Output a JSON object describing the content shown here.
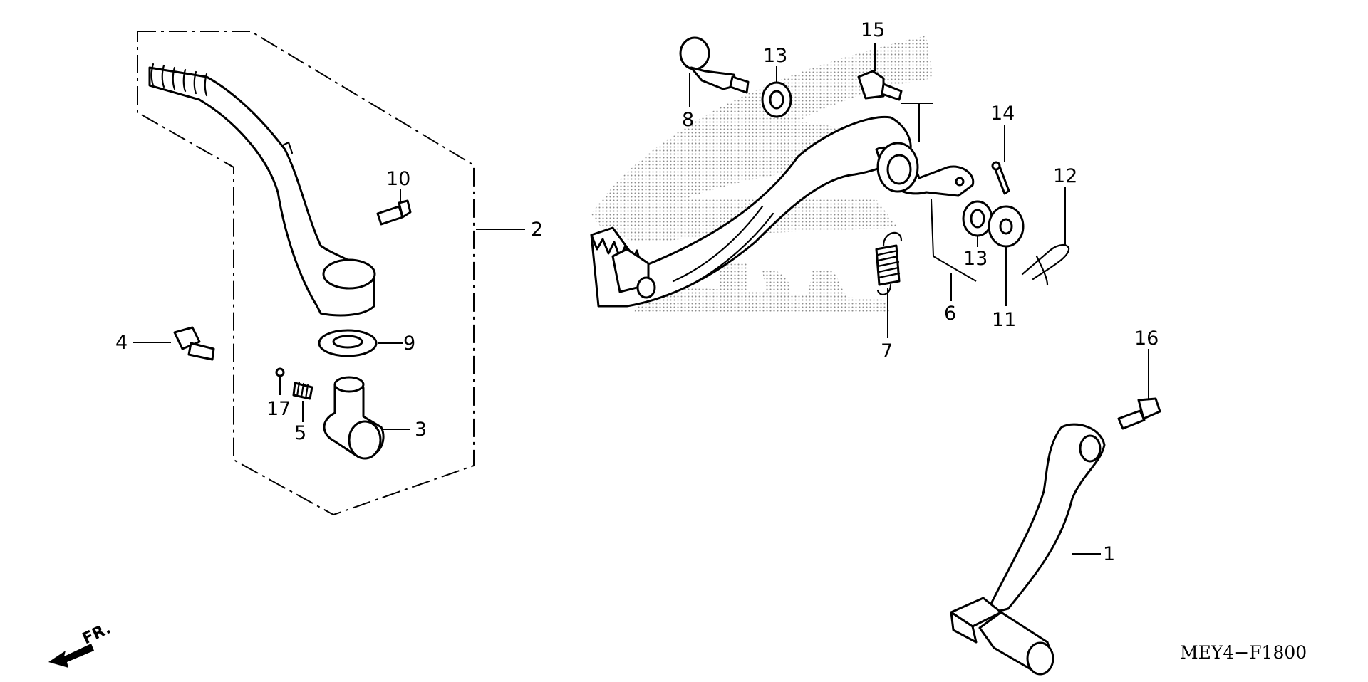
{
  "diagram": {
    "code": "MEY4−F1800",
    "direction_label": "FR.",
    "colors": {
      "ink": "#000000",
      "paper": "#ffffff",
      "watermark": "#9a9a9a"
    },
    "watermark_icon": "honda-wing-logo",
    "callouts": [
      "1",
      "2",
      "3",
      "4",
      "5",
      "6",
      "7",
      "8",
      "9",
      "10",
      "11",
      "12",
      "13",
      "13",
      "14",
      "15",
      "16",
      "17"
    ]
  }
}
